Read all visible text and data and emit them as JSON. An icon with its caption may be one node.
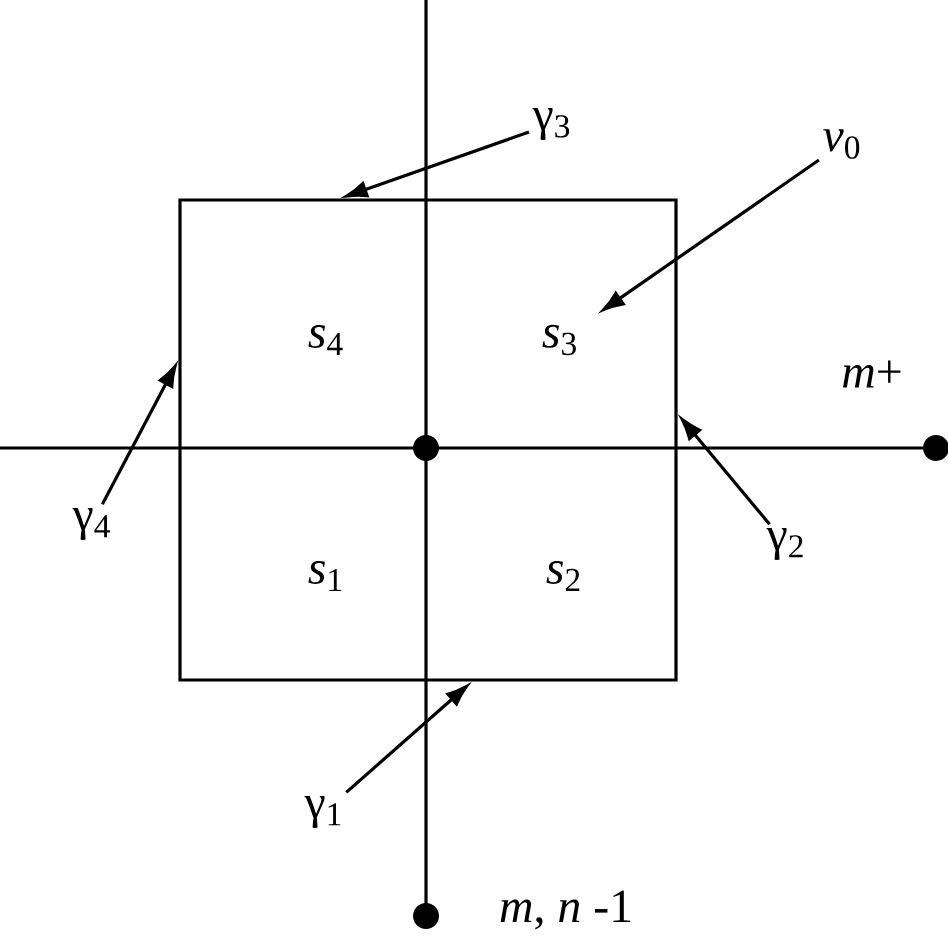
{
  "diagram": {
    "nodes": [
      {
        "text": [],
        "shape": "box"
      },
      {
        "text": [
          "γ$_{3}$"
        ]
      },
      {
        "text": [
          "*v*$_{0}$"
        ]
      },
      {
        "text": [
          "γ$_{4}$"
        ]
      },
      {
        "text": [
          "γ$_{2}$"
        ]
      },
      {
        "text": [
          "γ$_{1}$"
        ]
      },
      {
        "text": [
          "*s*$_{4}$"
        ],
        "in": 0
      },
      {
        "text": [
          "*s*$_{3}$"
        ],
        "in": 0
      },
      {
        "text": [
          "*s*$_{1}$"
        ],
        "in": 0
      },
      {
        "text": [
          "*s*$_{2}$"
        ],
        "in": 0
      }
    ],
    "edges": [
      {
        "from": 1,
        "to": 0,
        "arrow": "to"
      },
      {
        "from": 2,
        "to": 7,
        "arrow": "to"
      },
      {
        "from": 3,
        "to": 0,
        "arrow": "to"
      },
      {
        "from": 4,
        "to": 0,
        "arrow": "to"
      },
      {
        "from": 5,
        "to": 0,
        "arrow": "to"
      }
    ],
    "labels": [
      "*m*+",
      "*m*, *n* -1"
    ]
  }
}
